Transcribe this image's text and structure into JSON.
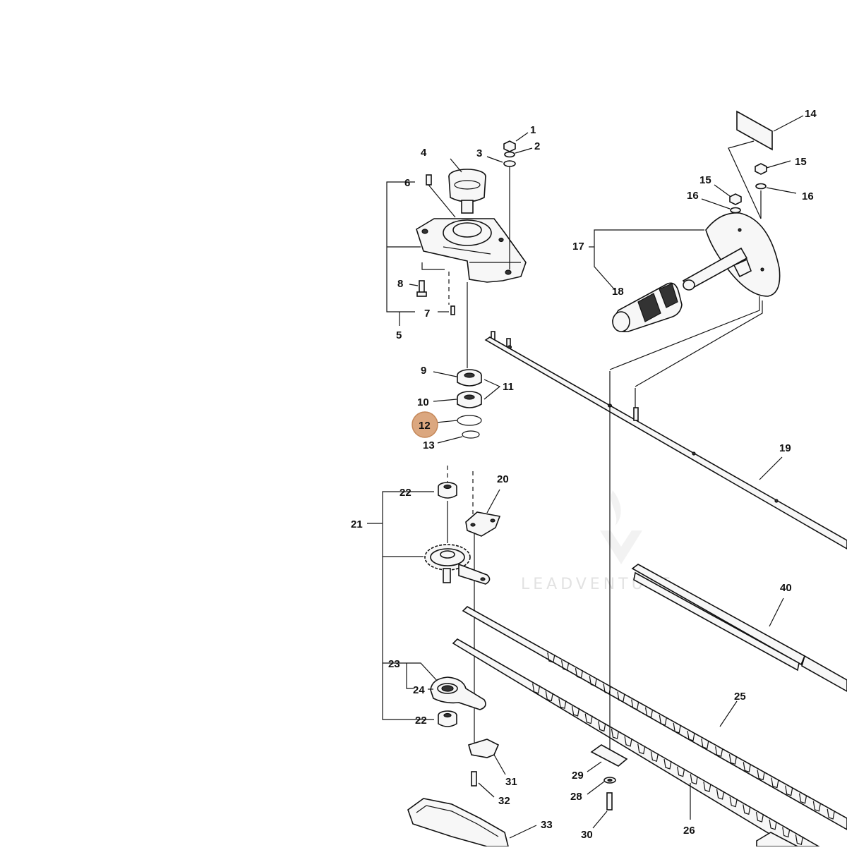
{
  "diagram": {
    "watermark": "LEADVENTURE",
    "highlight_color": "#dba77f",
    "highlighted_label": "12",
    "labels": {
      "l1": "1",
      "l2": "2",
      "l3": "3",
      "l4": "4",
      "l5": "5",
      "l6": "6",
      "l7": "7",
      "l8": "8",
      "l9": "9",
      "l10": "10",
      "l11": "11",
      "l12": "12",
      "l13": "13",
      "l14": "14",
      "l15a": "15",
      "l15b": "15",
      "l16a": "16",
      "l16b": "16",
      "l17": "17",
      "l18": "18",
      "l19": "19",
      "l20": "20",
      "l21": "21",
      "l22a": "22",
      "l22b": "22",
      "l23": "23",
      "l24": "24",
      "l25": "25",
      "l26": "26",
      "l28": "28",
      "l29": "29",
      "l30": "30",
      "l31": "31",
      "l32": "32",
      "l33": "33",
      "l40": "40"
    }
  }
}
